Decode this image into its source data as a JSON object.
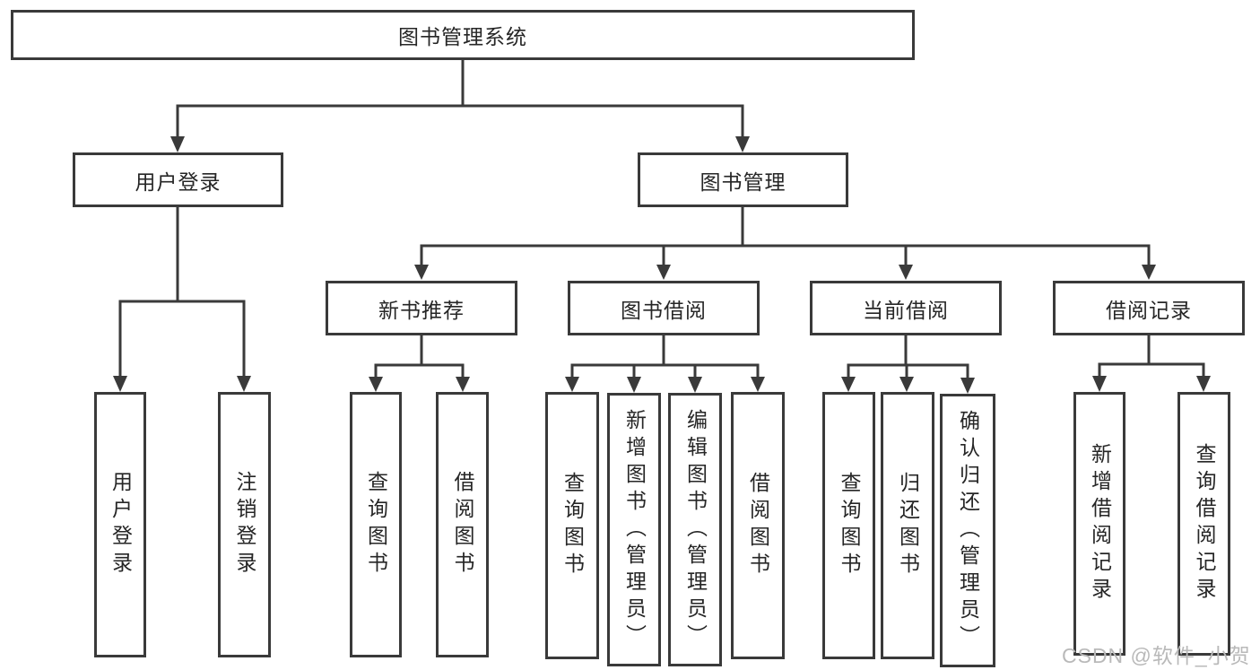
{
  "tree": {
    "root": {
      "label": "图书管理系统",
      "children": [
        {
          "label": "用户登录",
          "children": [
            {
              "label": "用户登录"
            },
            {
              "label": "注销登录"
            }
          ]
        },
        {
          "label": "图书管理",
          "children": [
            {
              "label": "新书推荐",
              "children": [
                {
                  "label": "查询图书"
                },
                {
                  "label": "借阅图书"
                }
              ]
            },
            {
              "label": "图书借阅",
              "children": [
                {
                  "label": "查询图书"
                },
                {
                  "label": "新增图书（管理员）"
                },
                {
                  "label": "编辑图书（管理员）"
                },
                {
                  "label": "借阅图书"
                }
              ]
            },
            {
              "label": "当前借阅",
              "children": [
                {
                  "label": "查询图书"
                },
                {
                  "label": "归还图书"
                },
                {
                  "label": "确认归还（管理员）"
                }
              ]
            },
            {
              "label": "借阅记录",
              "children": [
                {
                  "label": "新增借阅记录"
                },
                {
                  "label": "查询借阅记录"
                }
              ]
            }
          ]
        }
      ]
    }
  },
  "watermark": {
    "text": "CSDN @软件_小贺同学"
  },
  "colors": {
    "line": "#3a3a3a",
    "text": "#262626",
    "background": "#ffffff",
    "watermark": "#b9b9b9"
  }
}
